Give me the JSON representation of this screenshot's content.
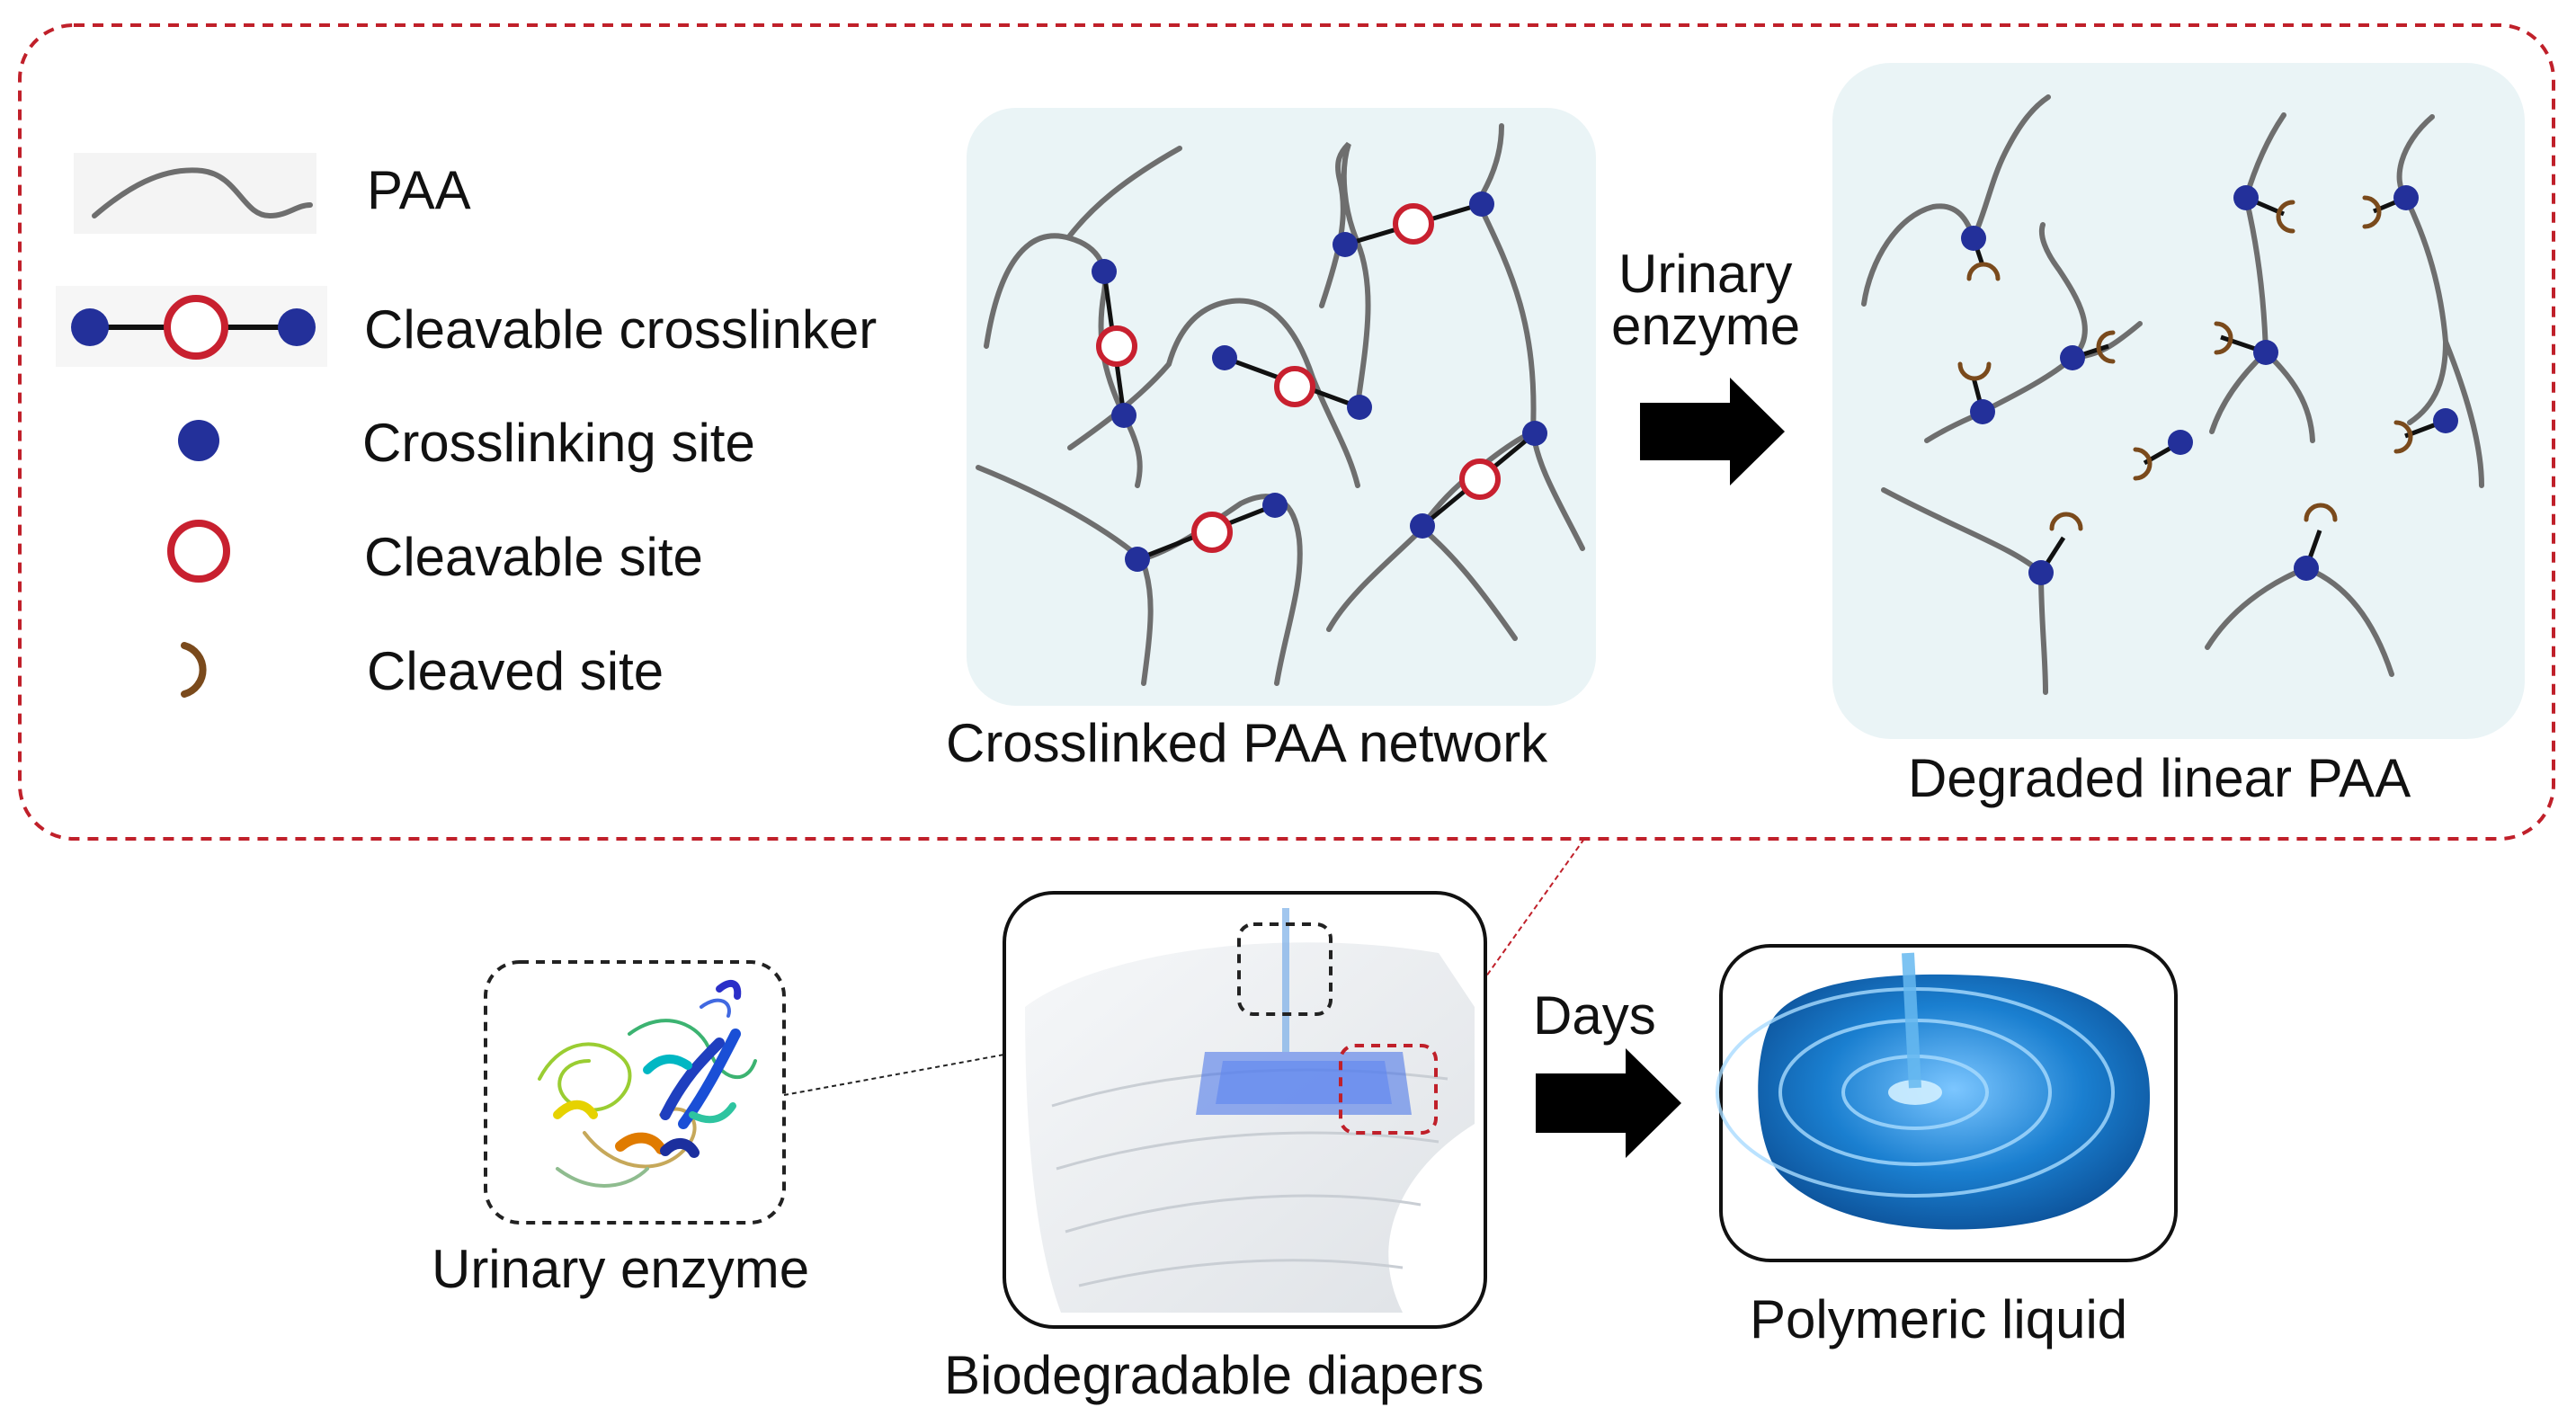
{
  "legend": {
    "paa": "PAA",
    "cleavable_crosslinker": "Cleavable crosslinker",
    "crosslinking_site": "Crosslinking site",
    "cleavable_site": "Cleavable site",
    "cleaved_site": "Cleaved site"
  },
  "top": {
    "network_caption": "Crosslinked PAA network",
    "arrow_label_line1": "Urinary",
    "arrow_label_line2": "enzyme",
    "degraded_caption": "Degraded linear PAA"
  },
  "bottom": {
    "enzyme_caption": "Urinary enzyme",
    "diaper_caption": "Biodegradable diapers",
    "arrow_label": "Days",
    "liquid_caption": "Polymeric liquid"
  },
  "colors": {
    "chain": "#6e6e6e",
    "crosslink_site": "#23309a",
    "cleavable_site": "#c8202f",
    "cleaved_site": "#7a4a1c",
    "panel_bg": "#eaf4f6",
    "dash_box": "#c0202a",
    "liquid": "#1a7fd0"
  }
}
